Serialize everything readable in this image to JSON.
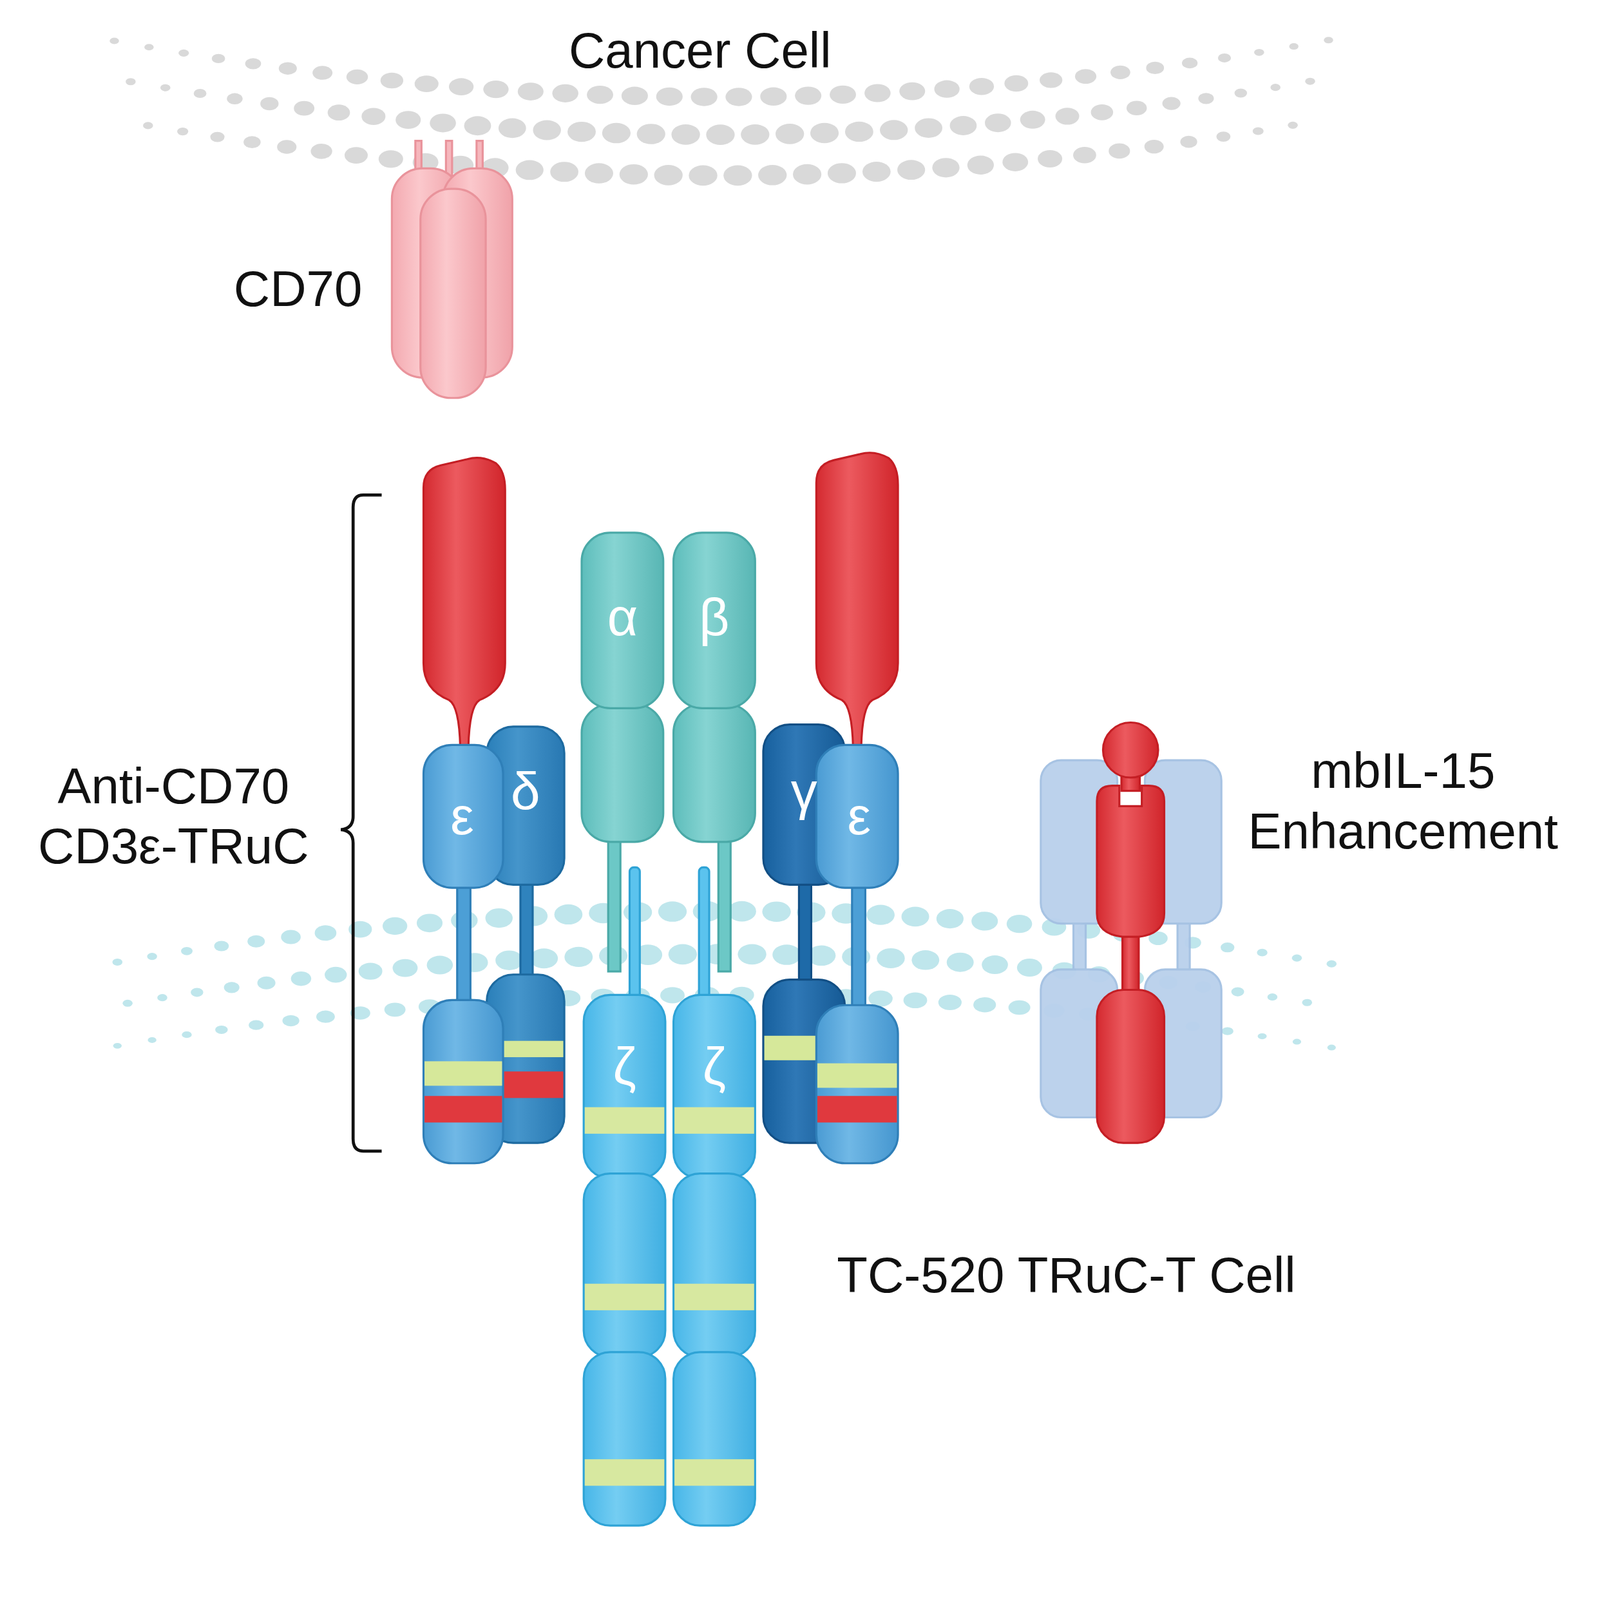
{
  "diagram": {
    "nodes": [
      {
        "text": [
          "ε"
        ]
      },
      {
        "text": [
          "δ"
        ]
      },
      {
        "text": [
          "α"
        ]
      },
      {
        "text": [
          "β"
        ]
      },
      {
        "text": [
          "γ"
        ]
      },
      {
        "text": [
          "ε"
        ]
      },
      {
        "text": [
          "ζ"
        ]
      },
      {
        "text": [
          "ζ"
        ]
      }
    ],
    "labels": [
      "Cancer Cell",
      "CD70",
      "Anti-CD70 CD3ε-TRuC",
      "mbIL-15 Enhancement",
      "TC-520 TRuC-T Cell"
    ]
  }
}
